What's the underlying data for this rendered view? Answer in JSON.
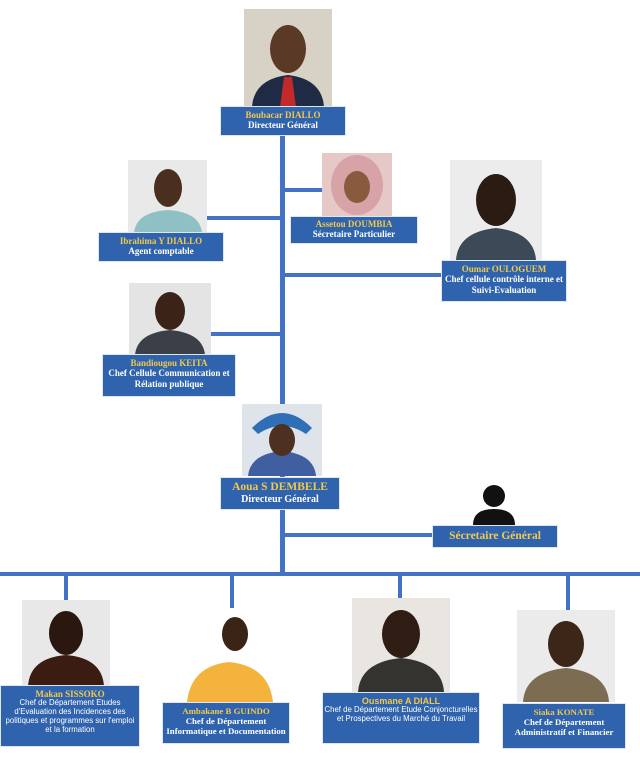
{
  "colors": {
    "box": "#2f63ad",
    "line": "#4472c4",
    "name": "#f2c94c",
    "text": "#ffffff"
  },
  "people": {
    "director_top": {
      "name": "Boubacar DIALLO",
      "role": "Directeur Général"
    },
    "accountant": {
      "name": "Ibrahima Y DIALLO",
      "role": "Agent comptable"
    },
    "secretary_part": {
      "name": "Assetou DOUMBIA",
      "role": "Sécretaire Particulier"
    },
    "control_cell": {
      "name": "Oumar OULOGUEM",
      "role": "Chef cellule contrôle interne et Suivi-Evaluation"
    },
    "communication": {
      "name": "Bandiougou KEITA",
      "role": "Chef Cellule Communication et Rélation publique"
    },
    "director_2": {
      "name": "Aoua S DEMBELE",
      "role": "Directeur Général"
    },
    "secretary_gen": {
      "name": "",
      "role": "Sécretaire Général",
      "icon": "person-silhouette-icon"
    },
    "dept_eval": {
      "name": "Makan SISSOKO",
      "role": "Chef de Département Etudes d'Evaluation des Incidences des politiques et programmes sur l'emploi et la formation"
    },
    "dept_info": {
      "name": "Ambakane B GUINDO",
      "role": "Chef de Département Informatique et Documentation"
    },
    "dept_conj": {
      "name": "Ousmane A DIALL",
      "role": "Chef de Département Etude Conjoncturelles et Prospectives du Marché du Travail"
    },
    "dept_admin": {
      "name": "Siaka KONATE",
      "role": "Chef de Département Administratif et Financier"
    }
  }
}
